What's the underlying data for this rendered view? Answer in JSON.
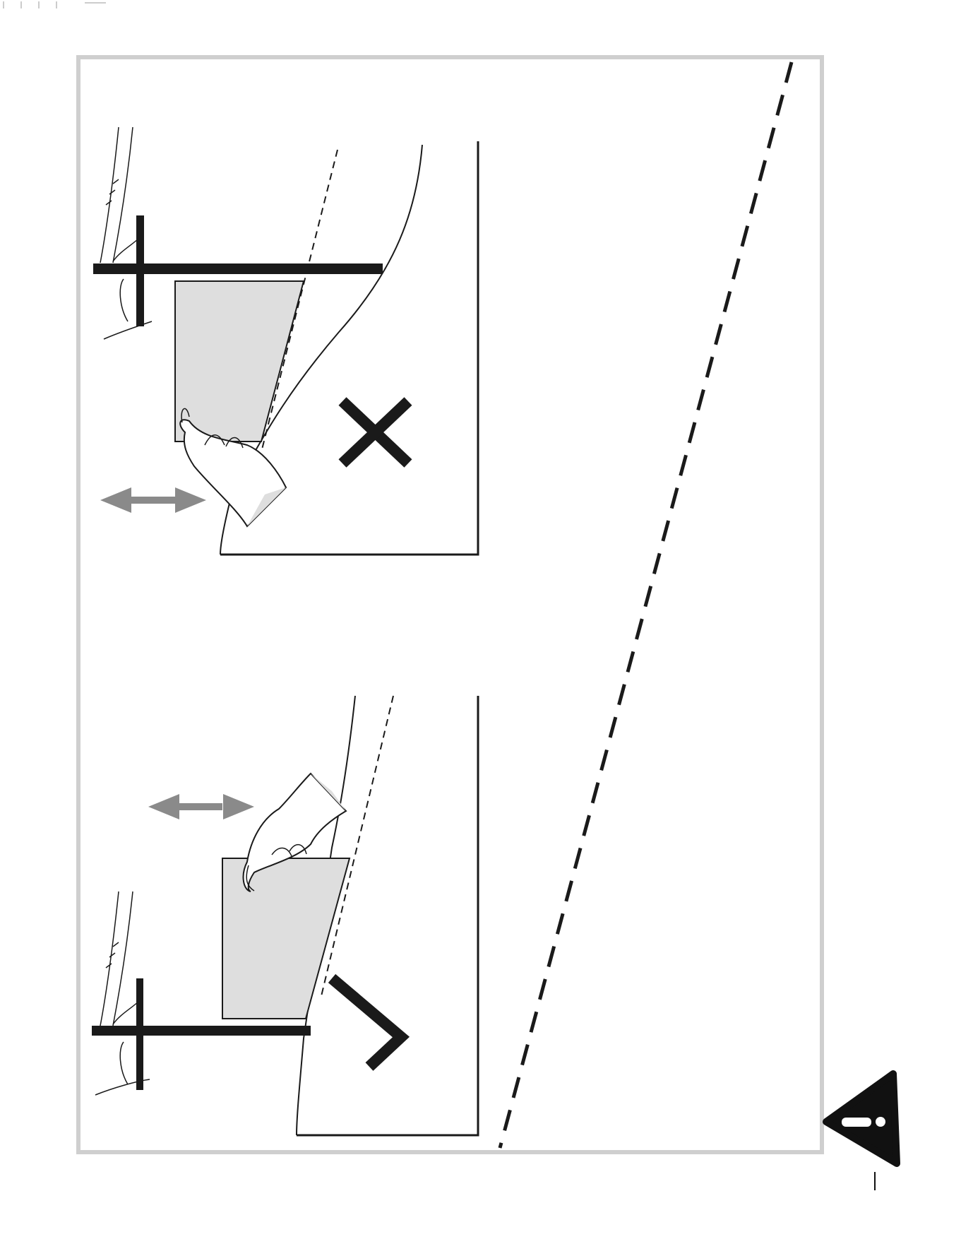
{
  "page": {
    "type": "instruction-illustration",
    "panel_count": 2,
    "colors": {
      "frame": "#cfcfcf",
      "ink": "#1a1a1a",
      "paper": "#dedede",
      "arrow": "#8a8a8a",
      "background": "#ffffff"
    }
  },
  "panels": [
    {
      "id": "incorrect",
      "mark": "cross-mark-icon",
      "meaning": "incorrect",
      "action_arrow": "double-arrow-icon"
    },
    {
      "id": "correct",
      "mark": "check-mark-icon",
      "meaning": "correct",
      "action_arrow": "double-arrow-icon"
    }
  ],
  "warning": {
    "icon": "warning-triangle-icon",
    "symbol": "!"
  }
}
